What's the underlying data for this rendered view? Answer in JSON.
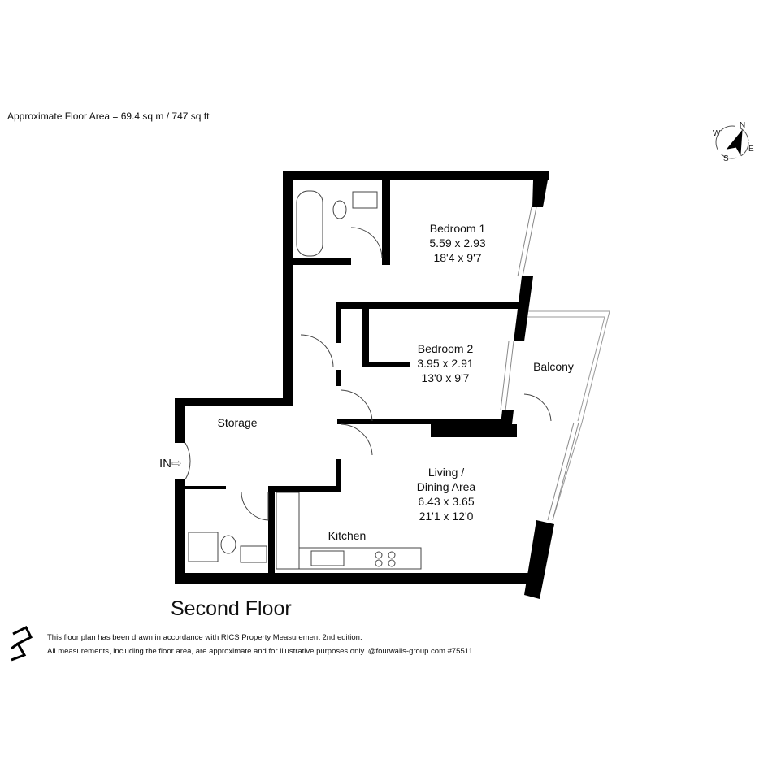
{
  "header": {
    "floor_area": "Approximate Floor Area = 69.4 sq m / 747 sq ft"
  },
  "compass": {
    "n": "N",
    "e": "E",
    "s": "S",
    "w": "W"
  },
  "rooms": [
    {
      "name": "Bedroom 1",
      "metric": "5.59 x 2.93",
      "imperial": "18'4 x 9'7"
    },
    {
      "name": "Bedroom 2",
      "metric": "3.95 x 2.91",
      "imperial": "13'0 x 9'7"
    },
    {
      "name": "Balcony"
    },
    {
      "name": "Storage"
    },
    {
      "name": "Living /",
      "name2": "Dining Area",
      "metric": "6.43 x 3.65",
      "imperial": "21'1 x 12'0"
    },
    {
      "name": "Kitchen"
    }
  ],
  "entrance": "IN",
  "floor_title": "Second Floor",
  "footer": {
    "line1": "This floor plan has been drawn in accordance with RICS Property Measurement 2nd edition.",
    "line2": "All measurements, including the floor area, are approximate and for illustrative purposes only. @fourwalls-group.com #75511"
  }
}
